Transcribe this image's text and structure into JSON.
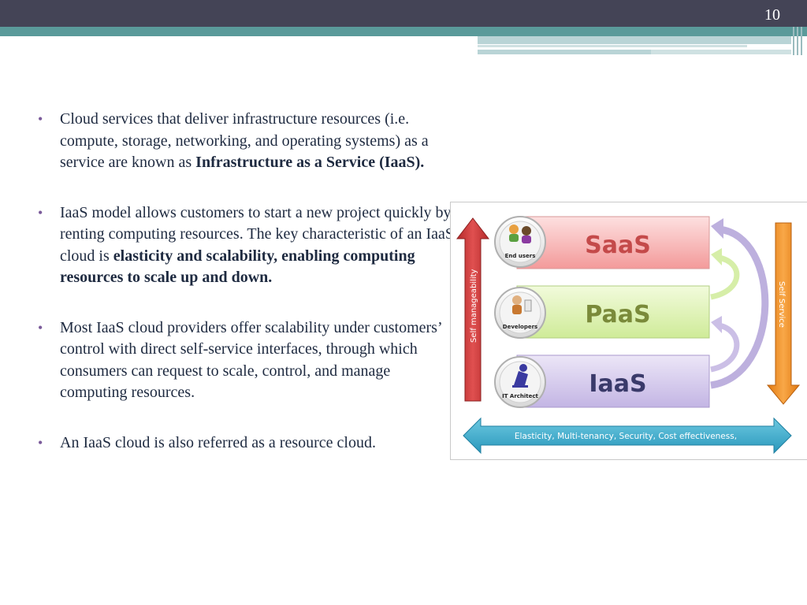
{
  "slide": {
    "number": "10"
  },
  "bullets": [
    {
      "parts": [
        {
          "text": "Cloud services that deliver infrastructure resources (i.e. compute, storage, networking, and operating systems) as a service are known as ",
          "bold": false
        },
        {
          "text": "Infrastructure as a Service (IaaS).",
          "bold": true
        }
      ]
    },
    {
      "parts": [
        {
          "text": "IaaS model allows customers to start a new project quickly by renting computing resources. The key characteristic of an IaaS cloud is ",
          "bold": false
        },
        {
          "text": "elasticity and scalability, enabling computing resources to scale up and down.",
          "bold": true
        }
      ]
    },
    {
      "parts": [
        {
          "text": "Most IaaS cloud providers offer scalability under customers’ control with direct self-service interfaces, through which consumers can request to scale, control, and manage computing resources.",
          "bold": false
        }
      ]
    },
    {
      "parts": [
        {
          "text": "An IaaS cloud is also referred as a resource cloud.",
          "bold": false
        }
      ]
    }
  ],
  "diagram": {
    "layers": [
      {
        "name": "SaaS",
        "role": "End users",
        "color": "#c44a4a"
      },
      {
        "name": "PaaS",
        "role": "Developers",
        "color": "#7a8a3a"
      },
      {
        "name": "IaaS",
        "role": "IT Architect",
        "color": "#3a3a6a"
      }
    ],
    "left_arrow_label": "Self manageability",
    "right_arrow_label": "Self Service",
    "bottom_arrow_label": "Elasticity, Multi-tenancy, Security, Cost effectiveness,",
    "colors": {
      "saas_fill": "#f6b8b8",
      "paas_fill": "#ddf2b0",
      "iaas_fill": "#d2c6ea",
      "left_arrow": "#c83a3a",
      "right_arrow": "#f0921e",
      "bottom_arrow": "#3aaccc",
      "curve_arrows": "#bdb0de"
    }
  }
}
